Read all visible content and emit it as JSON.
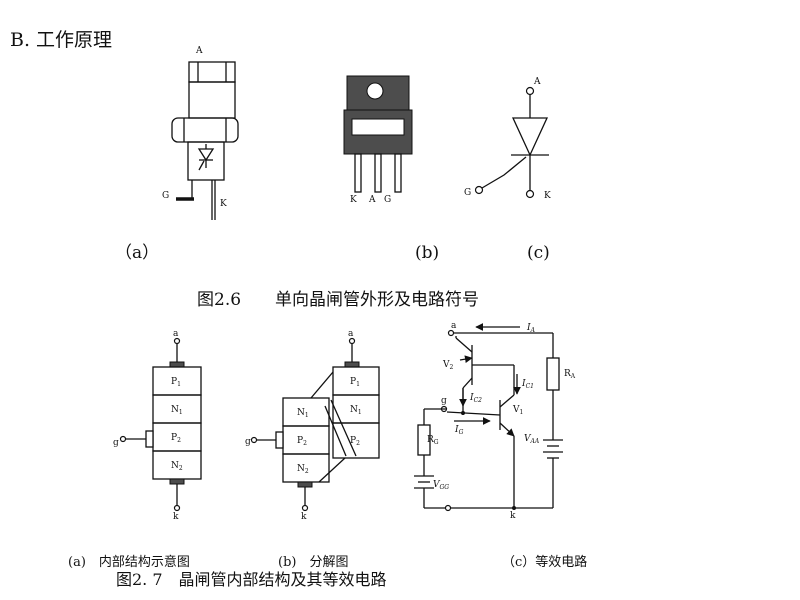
{
  "section_heading": "B. 工作原理",
  "fig26": {
    "caption": "图2.6　　单向晶闸管外形及电路符号",
    "sub_a": "（a）",
    "sub_b": "(b)",
    "sub_c": "(c)",
    "pkg_a": {
      "anode": "A",
      "gate": "G",
      "cathode": "K"
    },
    "pkg_b": {
      "pins": [
        "K",
        "A",
        "G"
      ]
    },
    "symbol": {
      "anode": "A",
      "gate": "G",
      "cathode": "K"
    }
  },
  "fig27": {
    "caption": "图2. 7　晶闸管内部结构及其等效电路",
    "sub_a": "(a)　内部结构示意图",
    "sub_b": "(b)　分解图",
    "sub_c": "（c）等效电路",
    "layers": [
      "P",
      "N",
      "P",
      "N"
    ],
    "layer_subs": [
      "1",
      "1",
      "2",
      "2"
    ],
    "terminals": {
      "anode": "a",
      "gate": "g",
      "cathode": "k"
    },
    "circuit": {
      "ia": "I",
      "ia_sub": "A",
      "ra": "R",
      "ra_sub": "A",
      "v2": "V",
      "v2_sub": "2",
      "v1": "V",
      "v1_sub": "1",
      "ic1": "I",
      "ic1_sub": "C1",
      "ic2": "I",
      "ic2_sub": "C2",
      "ig": "I",
      "ig_sub": "G",
      "rg": "R",
      "rg_sub": "G",
      "vaa": "V",
      "vaa_sub": "AA",
      "vgg": "V",
      "vgg_sub": "GG"
    }
  }
}
